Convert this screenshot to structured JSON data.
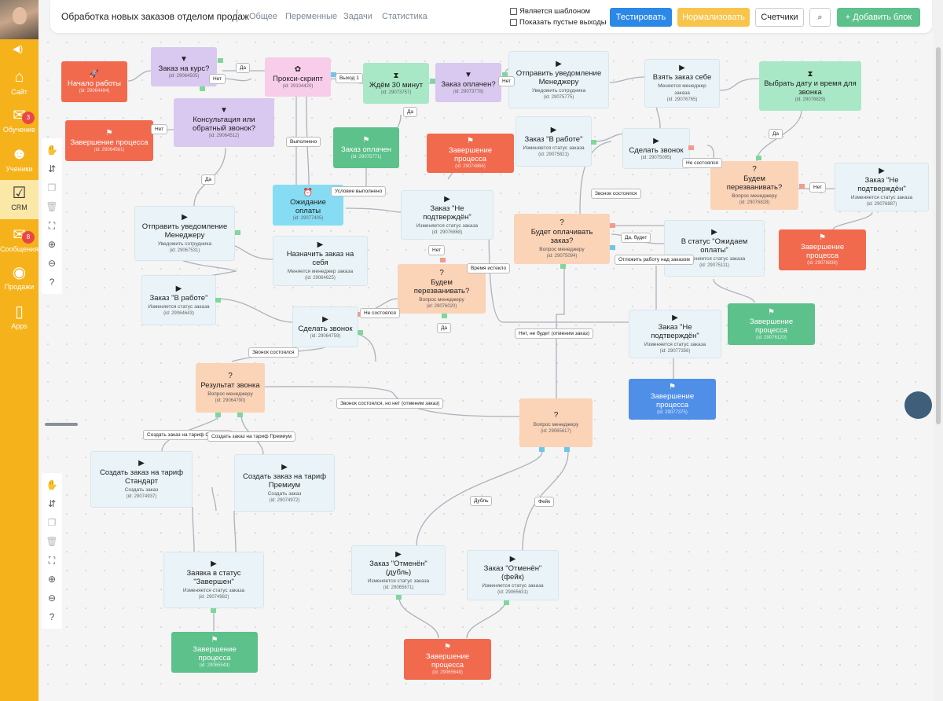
{
  "sidebar": {
    "items": [
      {
        "label": "Сайт",
        "icon": "house-icon",
        "badge": ""
      },
      {
        "label": "Обучение",
        "icon": "mail-icon",
        "badge": "3"
      },
      {
        "label": "Ученики",
        "icon": "users-icon",
        "badge": ""
      },
      {
        "label": "CRM",
        "icon": "checkbox-icon",
        "badge": ""
      },
      {
        "label": "Сообщения",
        "icon": "envelope-icon",
        "badge": "8"
      },
      {
        "label": "Продажи",
        "icon": "sales-icon",
        "badge": ""
      },
      {
        "label": "Apps",
        "icon": "phone-icon",
        "badge": ""
      }
    ]
  },
  "topbar": {
    "title": "Обработка новых заказов отделом продаж",
    "tabs": [
      "Общее",
      "Переменные",
      "Задачи",
      "Статистика"
    ],
    "checkbox_template": "Является шаблоном",
    "checkbox_empty_outputs": "Показать пустые выходы",
    "btn_test": "Тестировать",
    "btn_normalize": "Нормализовать",
    "btn_counters": "Счетчики",
    "btn_add_block": "+ Добавить блок",
    "colors": {
      "test": "#2b88e6",
      "normalize": "#f8c44a",
      "add": "#5cc18a"
    }
  },
  "tools": {
    "icons": [
      "hand-icon",
      "flow-icon",
      "copy-icon",
      "trash-icon",
      "fullscreen-icon",
      "zoom-in-icon",
      "zoom-out-icon",
      "help-icon"
    ]
  },
  "nodes": [
    {
      "id": "n1",
      "title": "Начало работы",
      "sub": "",
      "nid": "(id: 29064494)",
      "icon": "🚀"
    },
    {
      "id": "n2",
      "title": "Заказ на курс?",
      "sub": "",
      "nid": "(id: 29064505)",
      "icon": "▼"
    },
    {
      "id": "n3",
      "title": "Прокси-скрипт",
      "sub": "",
      "nid": "(id: 29104420)",
      "icon": "✿"
    },
    {
      "id": "n4",
      "title": "Ждём 30 минут",
      "sub": "",
      "nid": "(id: 29073757)",
      "icon": "⧗"
    },
    {
      "id": "n5",
      "title": "Заказ оплачен?",
      "sub": "",
      "nid": "(id: 29073778)",
      "icon": "▼"
    },
    {
      "id": "n6",
      "title": "Отправить уведомление Менеджеру",
      "sub": "Уведомить сотрудника",
      "nid": "(id: 29075775)",
      "icon": "▶"
    },
    {
      "id": "n7",
      "title": "Взять заказ себе",
      "sub": "Меняется менеджер заказа",
      "nid": "(id: 29076765)",
      "icon": "▶"
    },
    {
      "id": "n8",
      "title": "Выбрать дату и время для звонка",
      "sub": "",
      "nid": "(id: 29076829)",
      "icon": "⧗"
    },
    {
      "id": "n9",
      "title": "Завершение процесса",
      "sub": "",
      "nid": "(id: 29064561)",
      "icon": "⚑"
    },
    {
      "id": "n10",
      "title": "Консультация или обратный звонок?",
      "sub": "",
      "nid": "(id: 29064512)",
      "icon": "▼"
    },
    {
      "id": "n11",
      "title": "Заказ оплачен",
      "sub": "",
      "nid": "(id: 29075771)",
      "icon": "⚑"
    },
    {
      "id": "n12",
      "title": "Завершение процесса",
      "sub": "",
      "nid": "(id: 29074866)",
      "icon": "⚑"
    },
    {
      "id": "n13",
      "title": "Заказ \"В работе\"",
      "sub": "Изменяется статус заказа",
      "nid": "(id: 29075821)",
      "icon": "▶"
    },
    {
      "id": "n14",
      "title": "Сделать звонок",
      "sub": "",
      "nid": "(id: 29075095)",
      "icon": "▶"
    },
    {
      "id": "n15",
      "title": "Будем перезванивать?",
      "sub": "Вопрос менеджеру",
      "nid": "(id: 29076828)",
      "icon": "?"
    },
    {
      "id": "n16",
      "title": "Заказ \"Не подтверждён\"",
      "sub": "Изменяется статус заказа",
      "nid": "(id: 29076887)",
      "icon": "▶"
    },
    {
      "id": "n17",
      "title": "Ожидание оплаты",
      "sub": "",
      "nid": "(id: 29077405)",
      "icon": "⏰"
    },
    {
      "id": "n18",
      "title": "Заказ \"Не подтверждён\"",
      "sub": "Изменяется статус заказа",
      "nid": "(id: 29076868)",
      "icon": "▶"
    },
    {
      "id": "n19",
      "title": "Будет оплачивать заказ?",
      "sub": "Вопрос менеджеру",
      "nid": "(id: 29075094)",
      "icon": "?"
    },
    {
      "id": "n20",
      "title": "В статус \"Ожидаем оплаты\"",
      "sub": "Изменяется статус заказа",
      "nid": "(id: 29075111)",
      "icon": "▶"
    },
    {
      "id": "n21",
      "title": "Завершение процесса",
      "sub": "",
      "nid": "(id: 29076836)",
      "icon": "⚑"
    },
    {
      "id": "n22",
      "title": "Отправить уведомление Менеджеру",
      "sub": "Уведомить сотрудника",
      "nid": "(id: 29067531)",
      "icon": "▶"
    },
    {
      "id": "n23",
      "title": "Назначить заказ на себя",
      "sub": "Меняется менеджер заказа",
      "nid": "(id: 29064625)",
      "icon": "▶"
    },
    {
      "id": "n24",
      "title": "Будем перезванивать?",
      "sub": "Вопрос менеджеру",
      "nid": "(id: 29076020)",
      "icon": "?"
    },
    {
      "id": "n25",
      "title": "Заказ \"В работе\"",
      "sub": "Изменяется статус заказа",
      "nid": "(id: 29064643)",
      "icon": "▶"
    },
    {
      "id": "n26",
      "title": "Сделать звонок",
      "sub": "",
      "nid": "(id: 29064759)",
      "icon": "▶"
    },
    {
      "id": "n27",
      "title": "Заказ \"Не подтверждён\"",
      "sub": "Изменяется статус заказа",
      "nid": "(id: 29077356)",
      "icon": "▶"
    },
    {
      "id": "n28",
      "title": "Завершение процесса",
      "sub": "",
      "nid": "(id: 29076120)",
      "icon": "⚑"
    },
    {
      "id": "n29",
      "title": "Результат звонка",
      "sub": "Вопрос менеджеру",
      "nid": "(id: 29064790)",
      "icon": "?"
    },
    {
      "id": "n30",
      "title": "Завершение процесса",
      "sub": "",
      "nid": "(id: 29077375)",
      "icon": "⚑"
    },
    {
      "id": "n31",
      "title": "",
      "sub": "Вопрос менеджеру",
      "nid": "(id: 29065617)",
      "icon": "?"
    },
    {
      "id": "n32",
      "title": "Создать заказ на тариф Стандарт",
      "sub": "Создать заказ",
      "nid": "(id: 29074937)",
      "icon": "▶"
    },
    {
      "id": "n33",
      "title": "Создать заказ на тариф Премиум",
      "sub": "Создать заказ",
      "nid": "(id: 29074972)",
      "icon": "▶"
    },
    {
      "id": "n34",
      "title": "Заявка в статус \"Завершен\"",
      "sub": "Изменяется статус заказа",
      "nid": "(id: 29074982)",
      "icon": "▶"
    },
    {
      "id": "n35",
      "title": "Заказ \"Отменён\" (дубль)",
      "sub": "Изменяется статус заказа",
      "nid": "(id: 29065671)",
      "icon": "▶"
    },
    {
      "id": "n36",
      "title": "Заказ \"Отменён\" (фейк)",
      "sub": "Изменяется статус заказа",
      "nid": "(id: 29065631)",
      "icon": "▶"
    },
    {
      "id": "n37",
      "title": "Завершение процесса",
      "sub": "",
      "nid": "(id: 29065543)",
      "icon": "⚑"
    },
    {
      "id": "n38",
      "title": "Завершение процесса",
      "sub": "",
      "nid": "(id: 29065648)",
      "icon": "⚑"
    }
  ],
  "edge_labels": [
    "Да",
    "Нет",
    "Выход 1",
    "Нет",
    "Да",
    "Нет",
    "Выполнено",
    "Условие выполнено",
    "Да",
    "Нет",
    "Звонок состоялся",
    "Не состоялся",
    "Да",
    "Нет",
    "Да, будет",
    "Отложить работу над заказом",
    "Время истекло",
    "Не состоялся",
    "Да",
    "Нет, не будет (отменим заказ)",
    "Звонок состоялся",
    "Звонок состоялся, но нет (отменим заказ)",
    "Создать заказ на тариф Стандарт",
    "Создать заказ на тариф Премиум",
    "Дубль",
    "Фейк"
  ]
}
